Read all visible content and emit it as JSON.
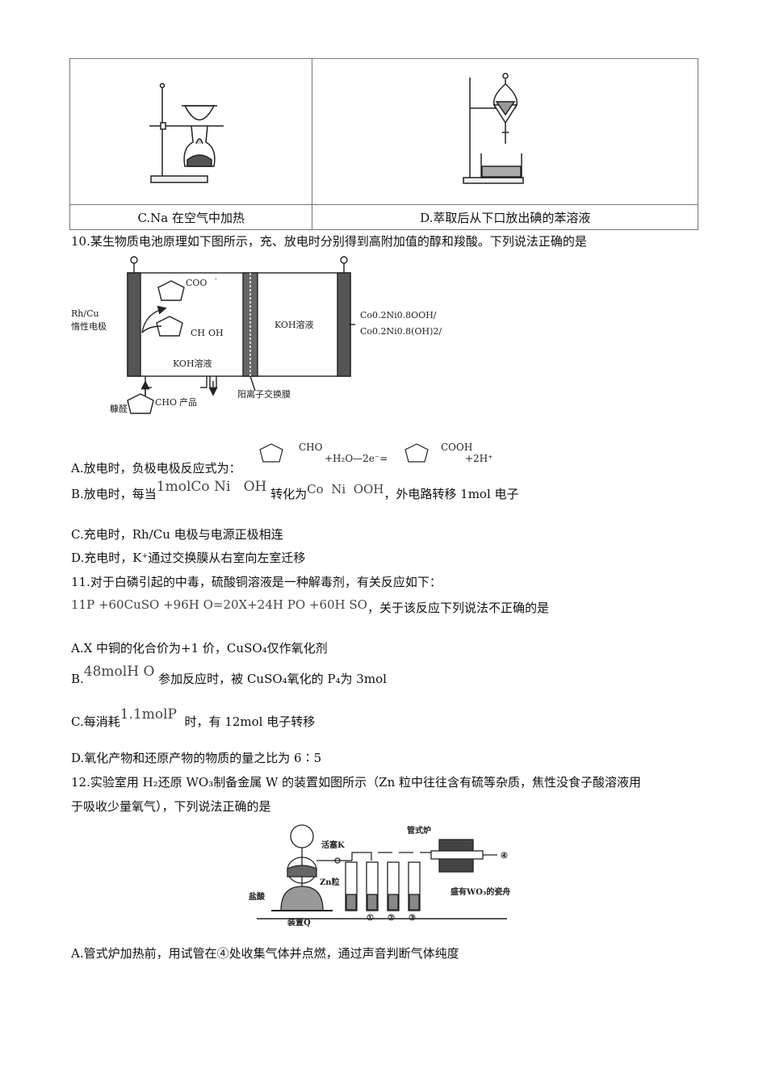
{
  "table": {
    "cell_c_caption": "C.Na 在空气中加热",
    "cell_d_caption": "D.萃取后从下口放出碘的苯溶液"
  },
  "q10": {
    "stem": "10.某生物质电池原理如下图所示，充、放电时分别得到高附加值的醇和羧酸。下列说法正确的是",
    "figure": {
      "left_electrode": "Rh/Cu",
      "left_electrode_2": "惰性电极",
      "left_solution": "KOH溶液",
      "right_solution": "KOH溶液",
      "membrane": "阳离子交换膜",
      "feed": "糠醛",
      "feed_group": "CHO",
      "product": "产品",
      "carboxylate": "COO",
      "carboxylate_charge": "-",
      "alcohol": "CH",
      "alcohol_tail": "OH",
      "right_electrode_1": "Co0.2Ni0.8OOH/",
      "right_electrode_2": "Co0.2Ni0.8(OH)2/"
    },
    "option_a": "A.放电时，负极电极反应式为：",
    "option_a_eq": {
      "cho": "CHO",
      "mid": "+H₂O—2e⁻=",
      "cooh": "COOH",
      "tail": "+2H⁺"
    },
    "option_b_pre": "B.放电时，每当",
    "option_b_f1": "1molCo",
    "option_b_f2": "Ni",
    "option_b_f3": "OH",
    "option_b_mid": "转化为",
    "option_b_f4": "Co",
    "option_b_f5": "Ni",
    "option_b_f6": "OOH",
    "option_b_post": "，外电路转移 1mol 电子",
    "option_c": "C.充电时，Rh/Cu 电极与电源正极相连",
    "option_d": "D.充电时，K⁺通过交换膜从右室向左室迁移"
  },
  "q11": {
    "stem": "11.对于白磷引起的中毒，硫酸铜溶液是一种解毒剂，有关反应如下：",
    "equation": "11P +60CuSO +96H O=20X+24H PO +60H SO",
    "equation_post": "，关于该反应下列说法不正确的是",
    "option_a": "A.X 中铜的化合价为+1 价，CuSO₄仅作氧化剂",
    "option_b_pre": "B.",
    "option_b_f": "48molH O",
    "option_b_post": "参加反应时，被 CuSO₄氧化的 P₄为 3mol",
    "option_c_pre": "C.每消耗",
    "option_c_f": "1.1molP",
    "option_c_post": "时，有 12mol 电子转移",
    "option_d": "D.氧化产物和还原产物的物质的量之比为 6∶5"
  },
  "q12": {
    "stem_1": "12.实验室用 H₂还原 WO₃制备金属 W 的装置如图所示（Zn 粒中往往含有硫等杂质，焦性没食子酸溶液用",
    "stem_2": "于吸收少量氧气），下列说法正确的是",
    "figure": {
      "furnace": "管式炉",
      "valve": "活塞K",
      "zn": "Zn粒",
      "acid": "盐酸",
      "device": "装置Q",
      "boat": "盛有WO₃的瓷舟",
      "c1": "①",
      "c2": "②",
      "c3": "③",
      "c4": "④"
    },
    "option_a": "A.管式炉加热前，用试管在④处收集气体并点燃，通过声音判断气体纯度"
  }
}
